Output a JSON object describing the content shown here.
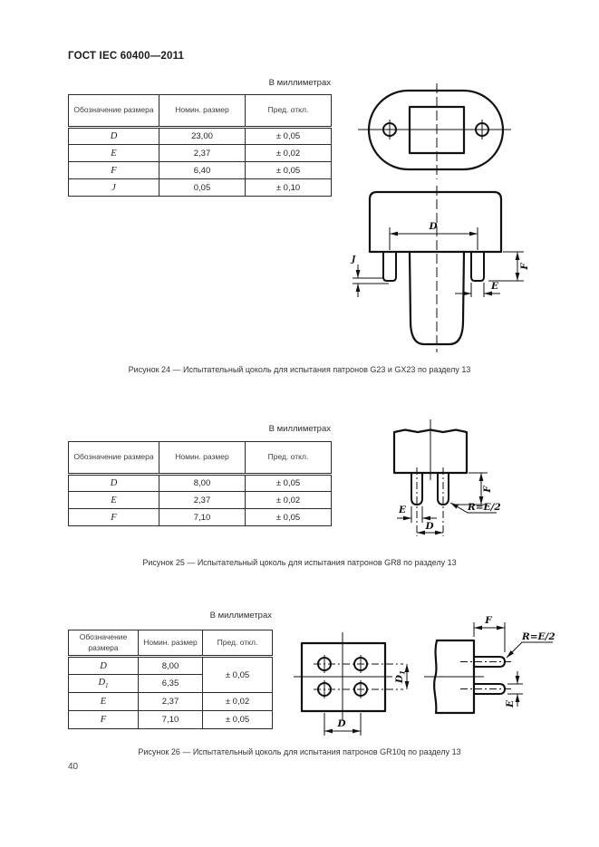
{
  "page": {
    "header": "ГОСТ IEC 60400—2011",
    "units_label": "В миллиметрах",
    "page_number": "40"
  },
  "tables": {
    "col_headers": {
      "designation": "Обозначение размера",
      "nominal": "Номин. размер",
      "deviation": "Пред. откл."
    },
    "t24": {
      "rows": [
        {
          "sym": "D",
          "nom": "23,00",
          "dev": "± 0,05"
        },
        {
          "sym": "E",
          "nom": "2,37",
          "dev": "± 0,02"
        },
        {
          "sym": "F",
          "nom": "6,40",
          "dev": "± 0,05"
        },
        {
          "sym": "J",
          "nom": "0,05",
          "dev": "± 0,10"
        }
      ]
    },
    "t25": {
      "rows": [
        {
          "sym": "D",
          "nom": "8,00",
          "dev": "± 0,05"
        },
        {
          "sym": "E",
          "nom": "2,37",
          "dev": "± 0,02"
        },
        {
          "sym": "F",
          "nom": "7,10",
          "dev": "± 0,05"
        }
      ]
    },
    "t26": {
      "merged_dev": "± 0,05",
      "rows": [
        {
          "sym": "D",
          "nom": "8,00"
        },
        {
          "sym": "D",
          "sub": "1",
          "nom": "6,35"
        },
        {
          "sym": "E",
          "nom": "2,37",
          "dev": "± 0,02"
        },
        {
          "sym": "F",
          "nom": "7,10",
          "dev": "± 0,05"
        }
      ]
    }
  },
  "figures": {
    "fig24": {
      "caption": "Рисунок 24 — Испытательный цоколь для испытания патронов G23 и GX23 по разделу 13",
      "labels": {
        "d": "D",
        "e": "E",
        "f": "F",
        "j": "J"
      }
    },
    "fig25": {
      "caption": "Рисунок 25 — Испытательный цоколь для испытания патронов GR8 по разделу 13",
      "labels": {
        "d": "D",
        "e": "E",
        "f": "F",
        "r": "R=E/2"
      }
    },
    "fig26": {
      "caption": "Рисунок 26 — Испытательный цоколь для испытания патронов GR10q по разделу 13",
      "labels": {
        "d": "D",
        "d1_base": "D",
        "d1_sub": "1",
        "e": "E",
        "f": "F",
        "r": "R=E/2"
      }
    }
  }
}
